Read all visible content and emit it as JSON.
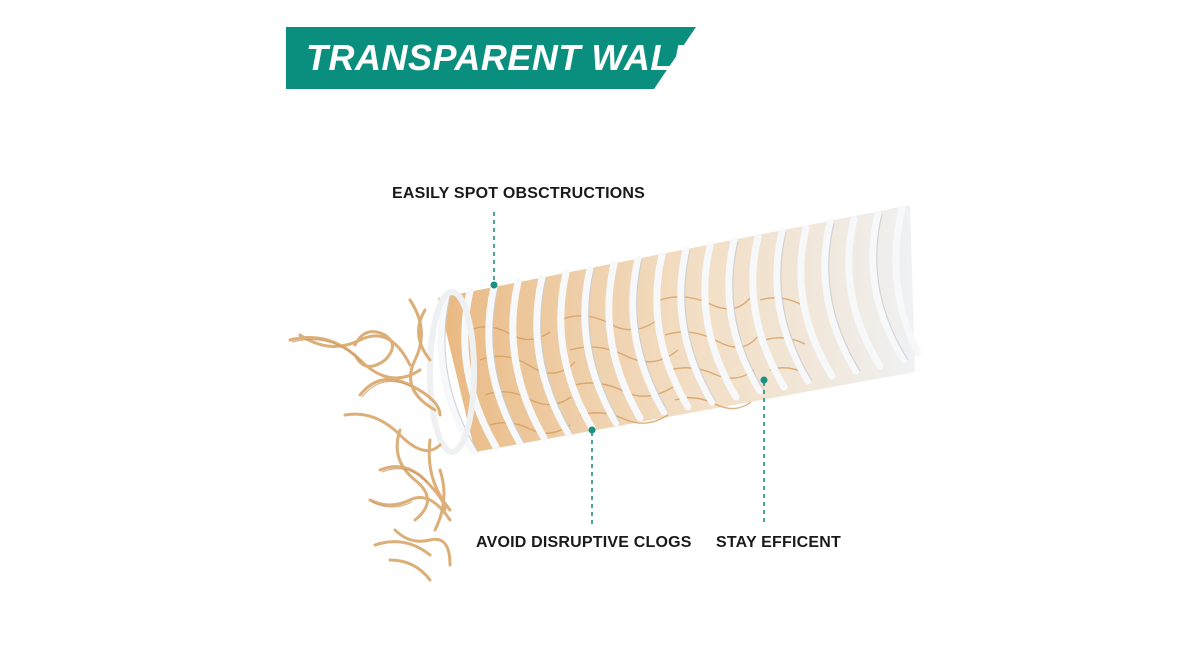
{
  "title": "TRANSPARENT WALLS",
  "callouts": {
    "spot": "EASILY SPOT OBSCTRUCTIONS",
    "clogs": "AVOID DISRUPTIVE CLOGS",
    "efficient": "STAY EFFICENT"
  },
  "colors": {
    "banner": "#0a8f7f",
    "callout_line": "#1a8f82",
    "hose_rib": "#f2f4f6",
    "wood_shavings": "#e4b37a"
  },
  "image": {
    "subject": "clear flexible hose with white spiral wire showing wood shavings inside"
  }
}
